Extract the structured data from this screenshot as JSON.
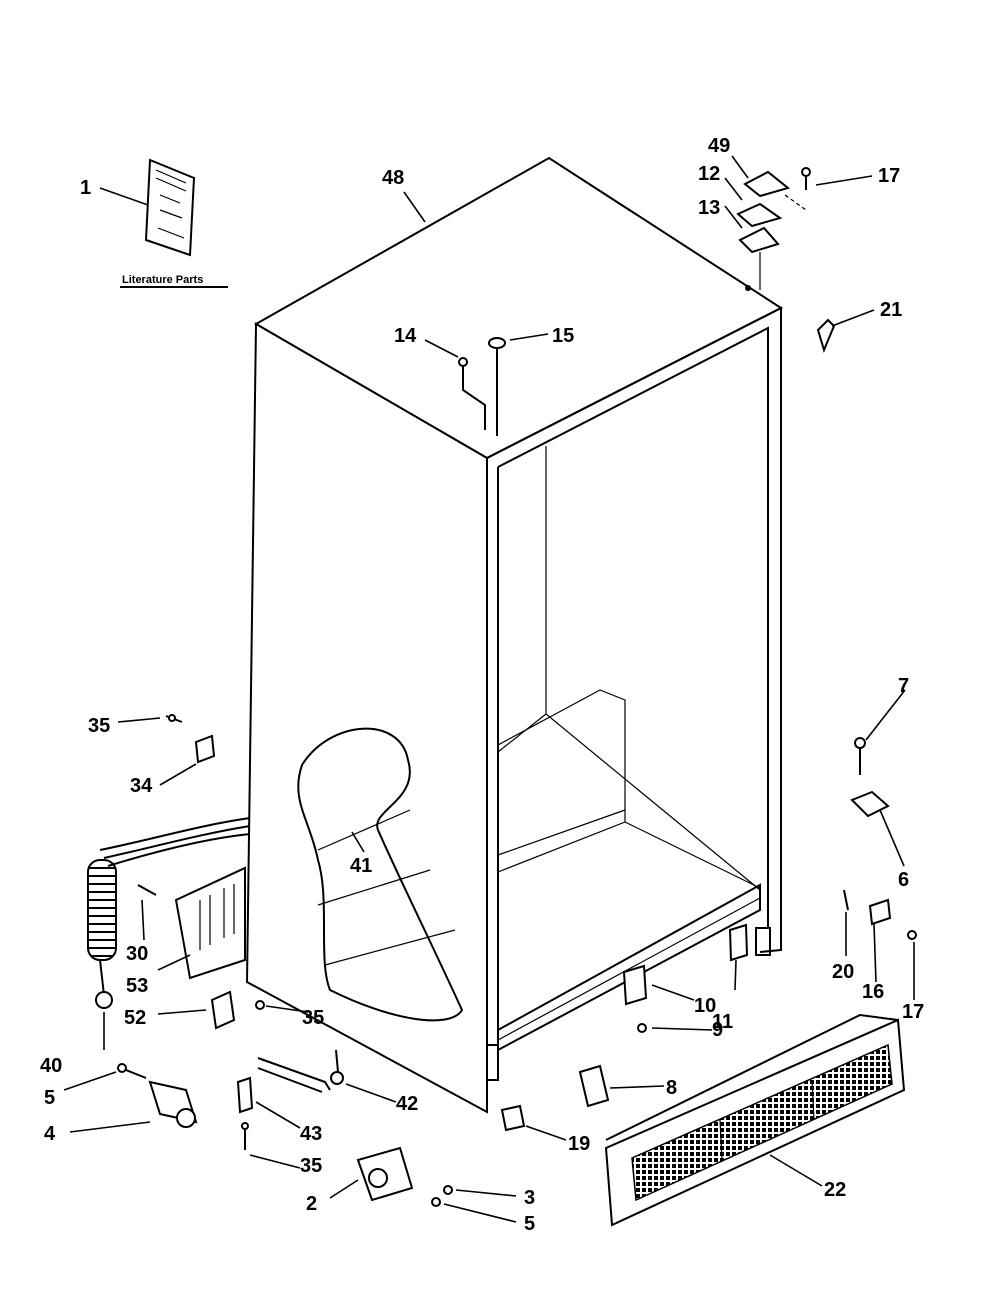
{
  "diagram": {
    "literature_caption": "Literature Parts",
    "callouts": [
      {
        "id": "c1",
        "label": "1"
      },
      {
        "id": "c48",
        "label": "48"
      },
      {
        "id": "c49",
        "label": "49"
      },
      {
        "id": "c12",
        "label": "12"
      },
      {
        "id": "c13",
        "label": "13"
      },
      {
        "id": "c17a",
        "label": "17"
      },
      {
        "id": "c21",
        "label": "21"
      },
      {
        "id": "c14",
        "label": "14"
      },
      {
        "id": "c15",
        "label": "15"
      },
      {
        "id": "c7",
        "label": "7"
      },
      {
        "id": "c6",
        "label": "6"
      },
      {
        "id": "c35a",
        "label": "35"
      },
      {
        "id": "c34",
        "label": "34"
      },
      {
        "id": "c41",
        "label": "41"
      },
      {
        "id": "c30",
        "label": "30"
      },
      {
        "id": "c53",
        "label": "53"
      },
      {
        "id": "c40",
        "label": "40"
      },
      {
        "id": "c52",
        "label": "52"
      },
      {
        "id": "c35b",
        "label": "35"
      },
      {
        "id": "c20",
        "label": "20"
      },
      {
        "id": "c16",
        "label": "16"
      },
      {
        "id": "c17b",
        "label": "17"
      },
      {
        "id": "c10",
        "label": "10"
      },
      {
        "id": "c11",
        "label": "11"
      },
      {
        "id": "c9",
        "label": "9"
      },
      {
        "id": "c8",
        "label": "8"
      },
      {
        "id": "c5a",
        "label": "5"
      },
      {
        "id": "c4",
        "label": "4"
      },
      {
        "id": "c42",
        "label": "42"
      },
      {
        "id": "c43",
        "label": "43"
      },
      {
        "id": "c35c",
        "label": "35"
      },
      {
        "id": "c19",
        "label": "19"
      },
      {
        "id": "c2",
        "label": "2"
      },
      {
        "id": "c3",
        "label": "3"
      },
      {
        "id": "c5b",
        "label": "5"
      },
      {
        "id": "c22",
        "label": "22"
      }
    ]
  }
}
